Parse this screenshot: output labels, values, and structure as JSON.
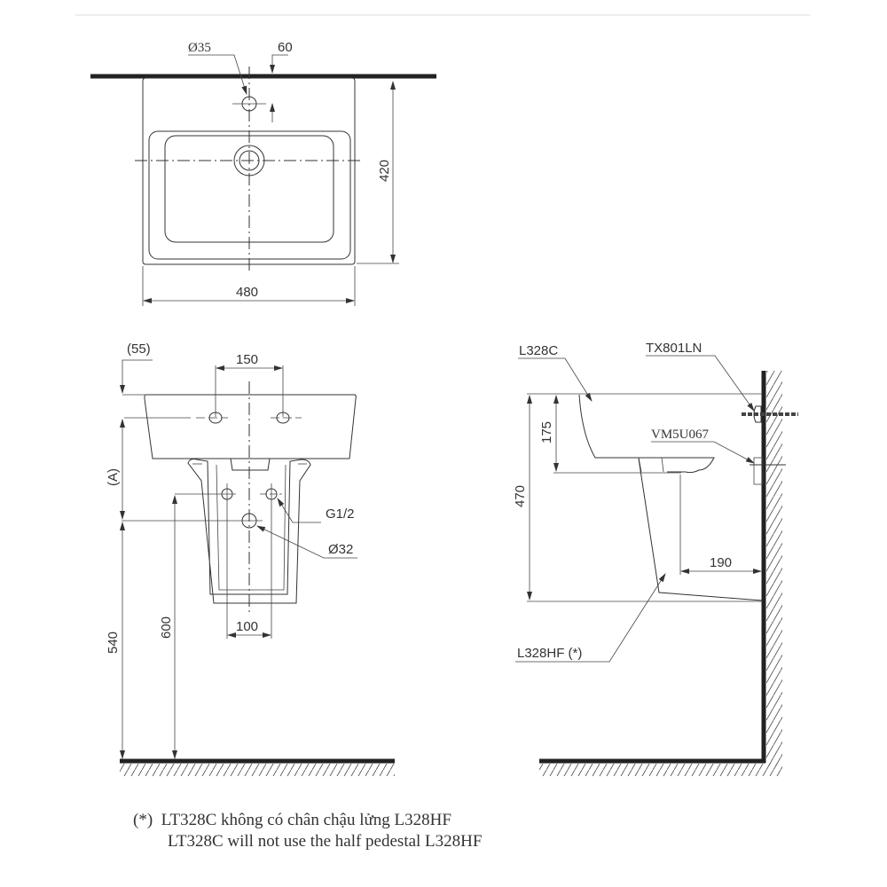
{
  "drawing": {
    "top_view": {
      "labels": {
        "hole_diameter": "Ø35",
        "hole_offset": "60",
        "depth": "420",
        "width": "480"
      }
    },
    "front_view": {
      "labels": {
        "top_offset": "(55)",
        "tap_spacing": "150",
        "height_a": "(A)",
        "supply_thread": "G1/2",
        "drain_diameter": "Ø32",
        "supply_spacing": "100",
        "supply_height": "540",
        "drain_height": "600"
      }
    },
    "side_view": {
      "labels": {
        "basin_model": "L328C",
        "bracket_model": "TX801LN",
        "fixing_model": "VM5U067",
        "basin_depth": "175",
        "pedestal_height": "470",
        "wall_offset": "190",
        "pedestal_model": "L328HF (*)"
      }
    }
  },
  "footnote": {
    "marker": "(*)",
    "line1": "LT328C không có chân chậu lửng L328HF",
    "line2": "LT328C will not use the half pedestal L328HF"
  }
}
